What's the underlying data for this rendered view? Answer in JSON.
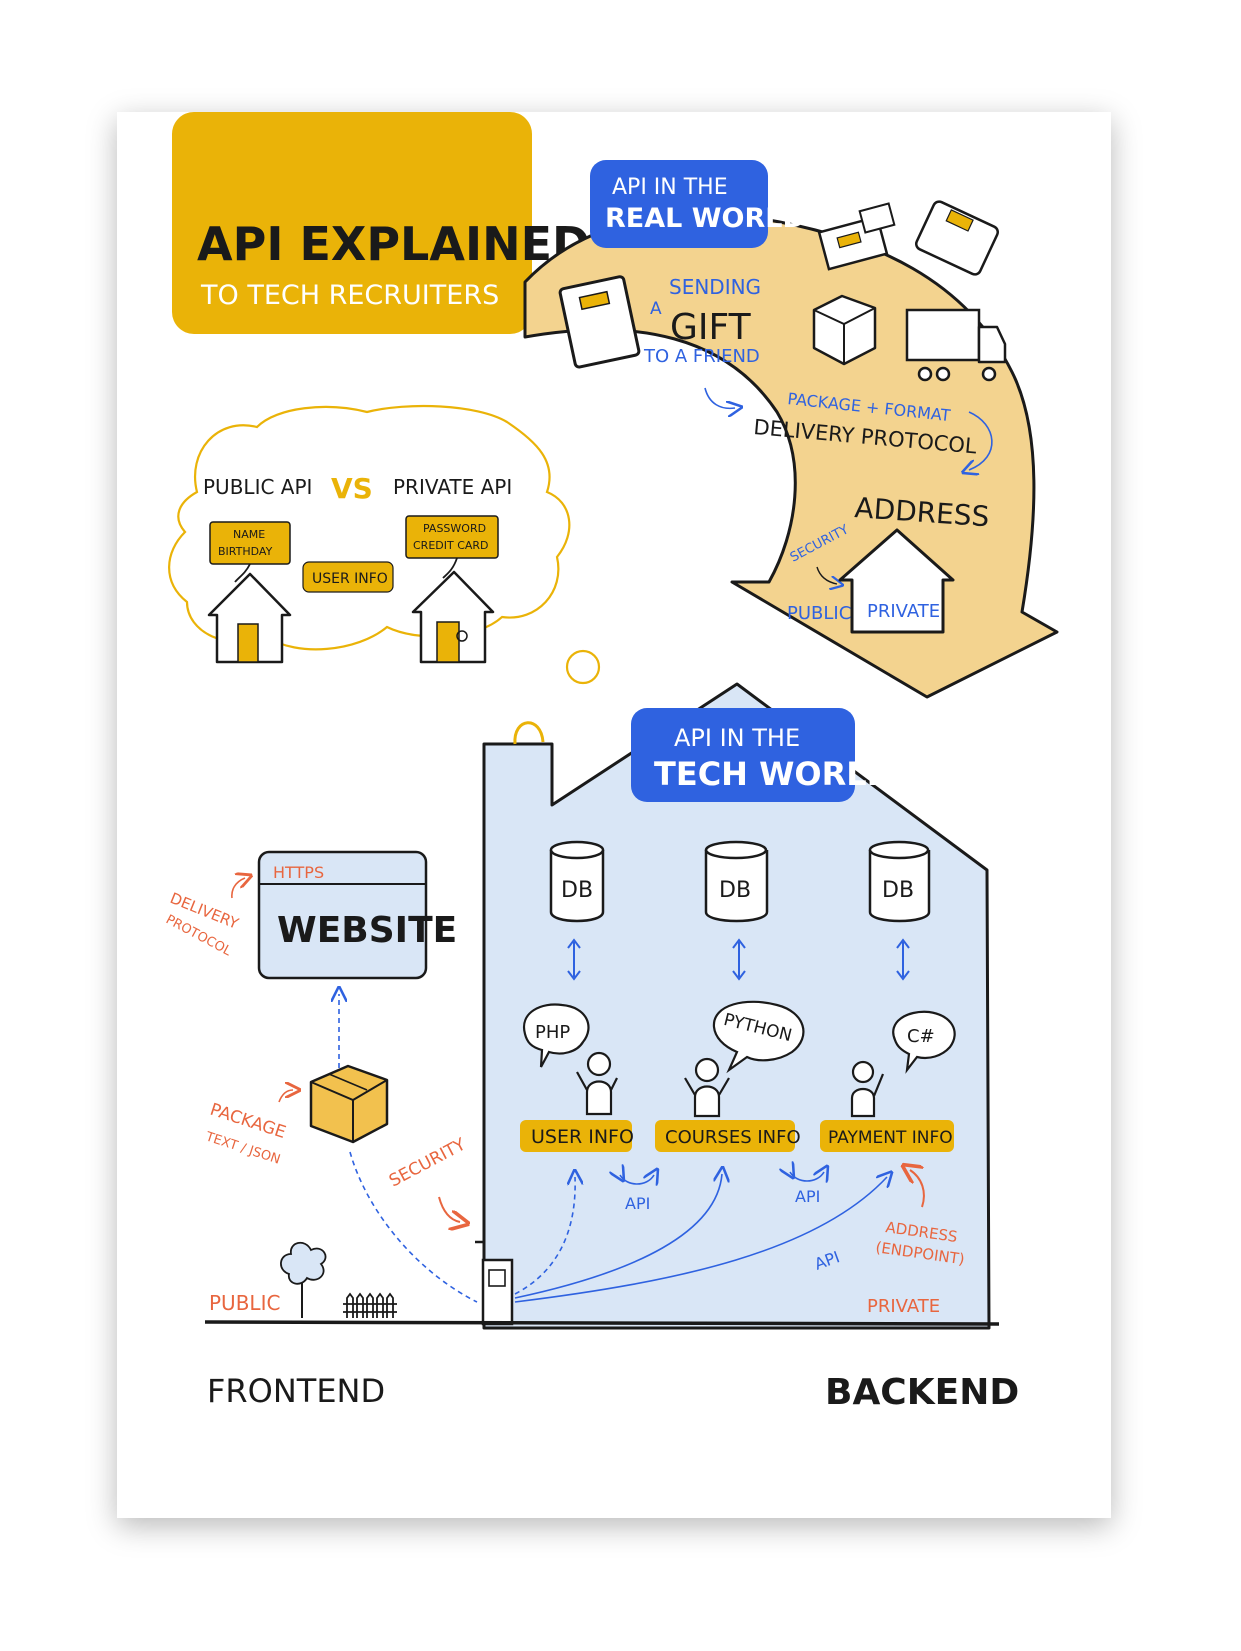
{
  "title": {
    "main": "API EXPLAINED",
    "sub": "TO TECH RECRUITERS"
  },
  "real_world": {
    "badge_line1": "API IN THE",
    "badge_line2": "REAL WORLD",
    "gift_a": "A",
    "gift_sending": "SENDING",
    "gift_word": "GIFT",
    "gift_to": "TO A FRIEND",
    "package_format": "PACKAGE + FORMAT",
    "delivery_protocol": "DELIVERY PROTOCOL",
    "address": "ADDRESS",
    "security": "SECURITY",
    "public": "PUBLIC",
    "private": "PRIVATE"
  },
  "thought": {
    "public_api": "PUBLIC API",
    "vs": "VS",
    "private_api": "PRIVATE API",
    "public_sign_line1": "NAME",
    "public_sign_line2": "BIRTHDAY",
    "private_sign_line1": "PASSWORD",
    "private_sign_line2": "CREDIT CARD",
    "user_info": "USER INFO"
  },
  "tech_world": {
    "badge_line1": "API IN THE",
    "badge_line2": "TECH WORLD",
    "db_label": "DB",
    "languages": [
      "PHP",
      "PYTHON",
      "C#"
    ],
    "services": [
      "USER INFO",
      "COURSES INFO",
      "PAYMENT INFO"
    ],
    "api": "API",
    "address_line1": "ADDRESS",
    "address_line2": "(ENDPOINT)",
    "private": "PRIVATE"
  },
  "frontend": {
    "delivery_line1": "DELIVERY",
    "delivery_line2": "PROTOCOL",
    "https": "HTTPS",
    "website": "WEBSITE",
    "package_line1": "PACKAGE",
    "package_line2": "TEXT / JSON",
    "security": "SECURITY",
    "public": "PUBLIC"
  },
  "footer": {
    "frontend": "FRONTEND",
    "backend": "BACKEND"
  },
  "colors": {
    "yellow": "#eab308",
    "sand": "#f3d38f",
    "blue": "#2f62e0",
    "light_blue": "#d9e6f6",
    "orange": "#e8663f",
    "box": "#f2c14e"
  }
}
